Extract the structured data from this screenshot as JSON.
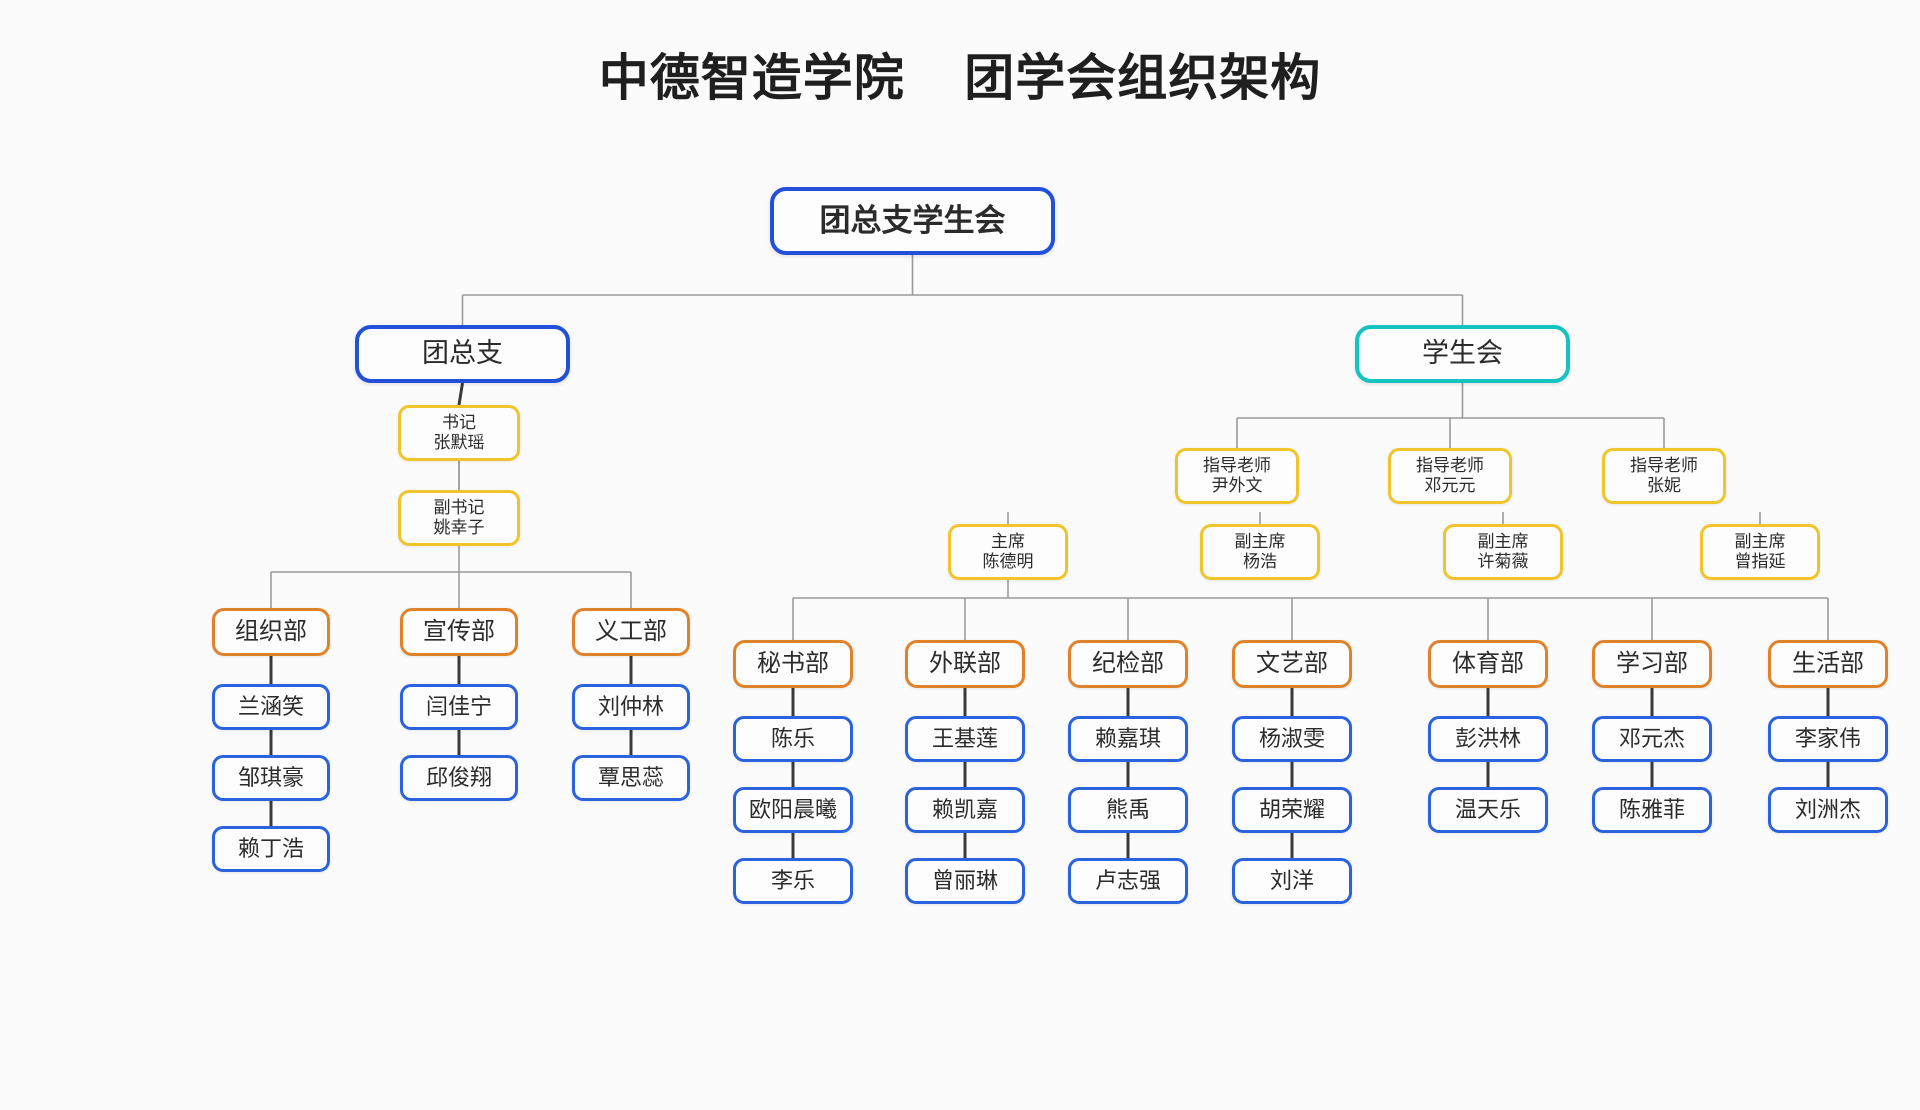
{
  "title": "中德智造学院    团学会组织架构",
  "colors": {
    "root_border": "#2250d8",
    "branch_blue": "#2250d8",
    "branch_teal": "#15c3c0",
    "role_yellow": "#f0c52c",
    "department_orange": "#e0822a",
    "member_blue": "#2a63dd",
    "connector": "#9a9a9a",
    "background": "#fbfbfb",
    "text": "#2b2b2b"
  },
  "root": {
    "label": "团总支学生会"
  },
  "branches": {
    "league": {
      "label": "团总支",
      "roles": [
        {
          "title": "书记",
          "name": "张默瑶"
        },
        {
          "title": "副书记",
          "name": "姚幸子"
        }
      ],
      "departments": [
        {
          "label": "组织部",
          "members": [
            "兰涵笑",
            "邹琪豪",
            "赖丁浩"
          ]
        },
        {
          "label": "宣传部",
          "members": [
            "闫佳宁",
            "邱俊翔"
          ]
        },
        {
          "label": "义工部",
          "members": [
            "刘仲林",
            "覃思蕊"
          ]
        }
      ]
    },
    "student_union": {
      "label": "学生会",
      "advisors": [
        {
          "title": "指导老师",
          "name": "尹外文"
        },
        {
          "title": "指导老师",
          "name": "邓元元"
        },
        {
          "title": "指导老师",
          "name": "张妮"
        }
      ],
      "chairs": [
        {
          "title": "主席",
          "name": "陈德明"
        },
        {
          "title": "副主席",
          "name": "杨浩"
        },
        {
          "title": "副主席",
          "name": "许菊薇"
        },
        {
          "title": "副主席",
          "name": "曾指延"
        }
      ],
      "departments": [
        {
          "label": "秘书部",
          "members": [
            "陈乐",
            "欧阳晨曦",
            "李乐"
          ]
        },
        {
          "label": "外联部",
          "members": [
            "王基莲",
            "赖凯嘉",
            "曾丽琳"
          ]
        },
        {
          "label": "纪检部",
          "members": [
            "赖嘉琪",
            "熊禹",
            "卢志强"
          ]
        },
        {
          "label": "文艺部",
          "members": [
            "杨淑雯",
            "胡荣耀",
            "刘洋"
          ]
        },
        {
          "label": "体育部",
          "members": [
            "彭洪林",
            "温天乐"
          ]
        },
        {
          "label": "学习部",
          "members": [
            "邓元杰",
            "陈雅菲"
          ]
        },
        {
          "label": "生活部",
          "members": [
            "李家伟",
            "刘洲杰"
          ]
        }
      ]
    }
  }
}
